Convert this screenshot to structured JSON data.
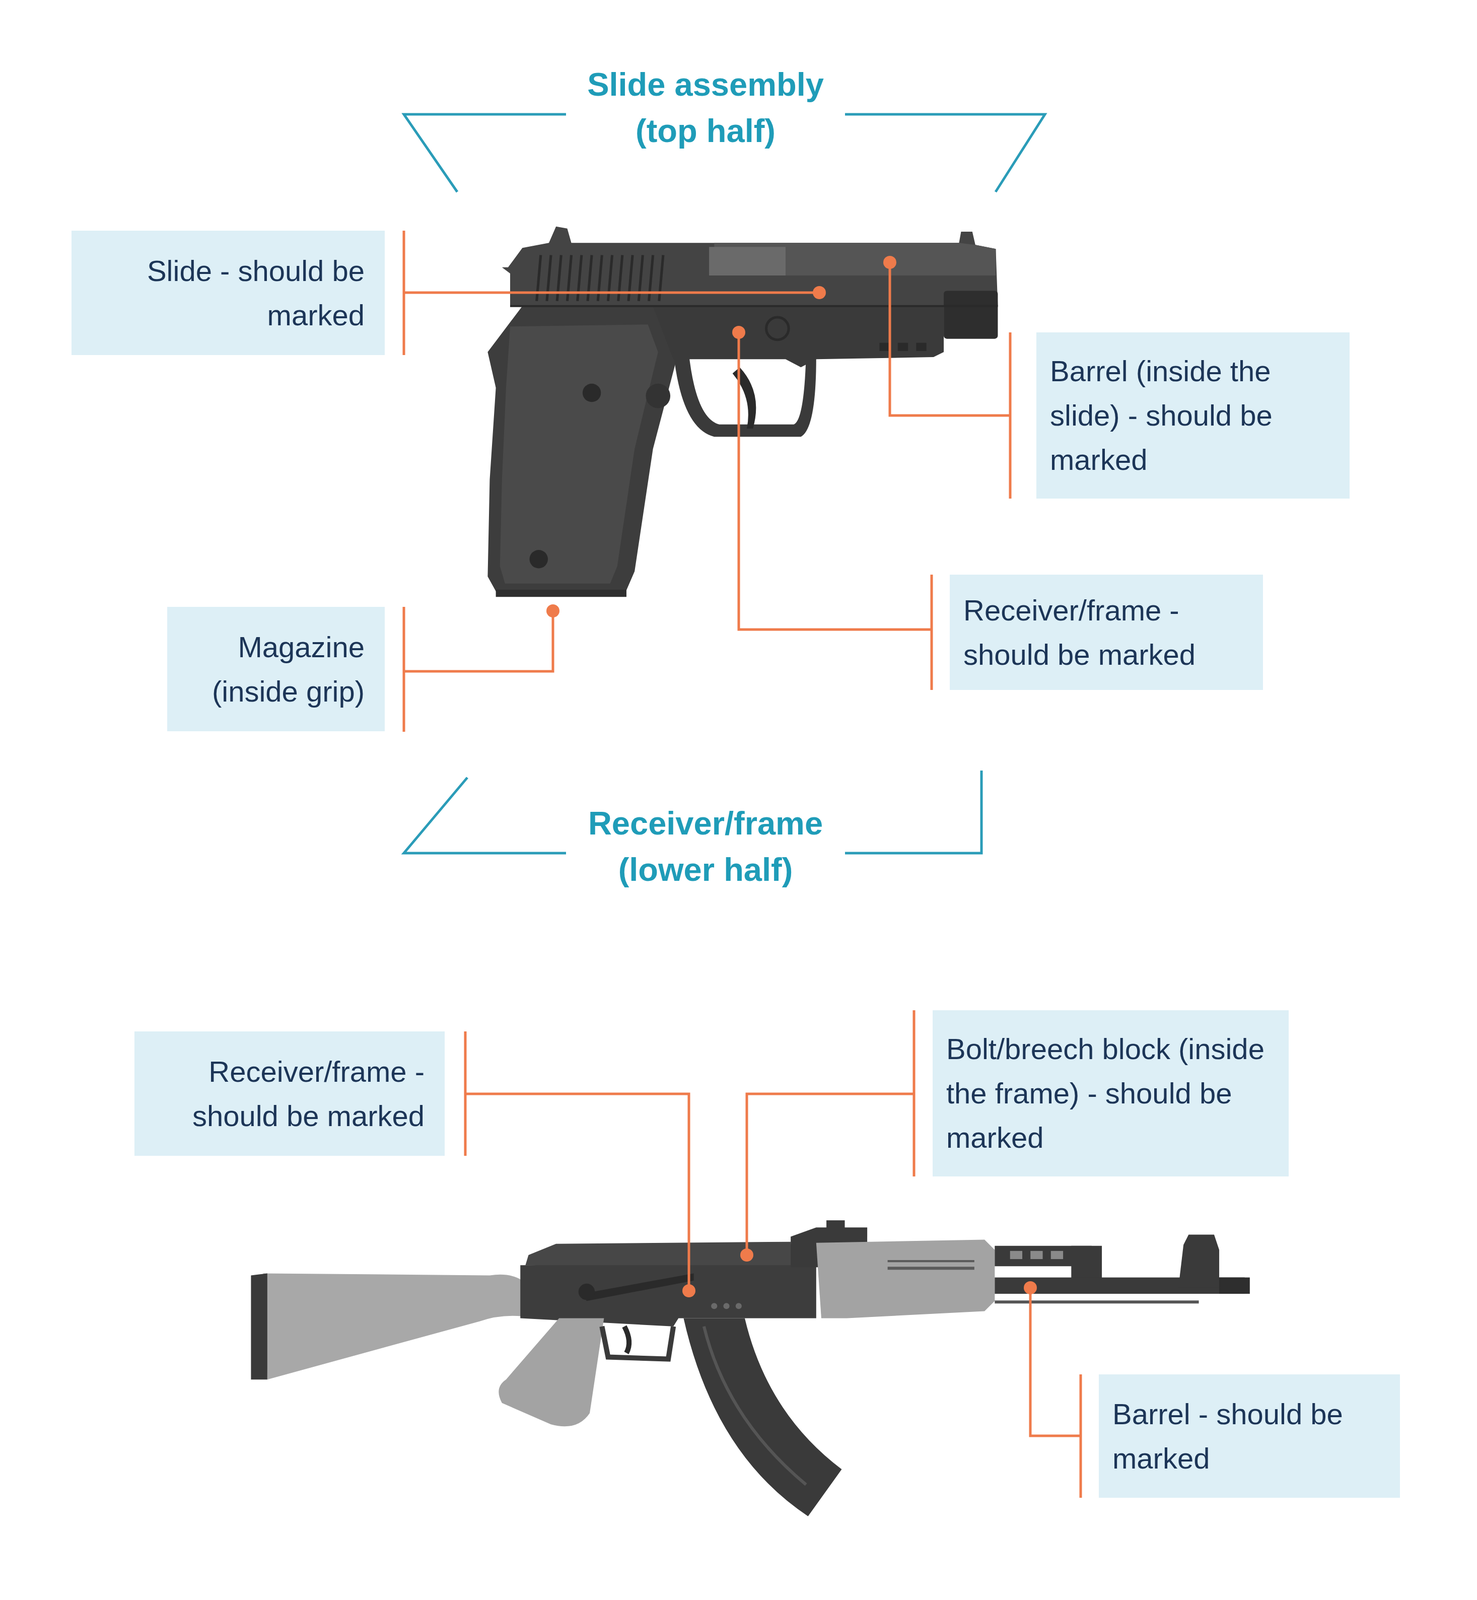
{
  "diagram": {
    "nodes": [
      {
        "text": [
          "Slide - should be marked"
        ]
      },
      {
        "text": [
          "Barrel (inside the slide) - should be marked"
        ]
      },
      {
        "text": [
          "Receiver/frame - should be marked"
        ]
      },
      {
        "text": [
          "Magazine (inside grip)"
        ]
      },
      {
        "text": [
          "Bolt/breech block (inside the frame) - should be marked"
        ]
      },
      {
        "text": [
          "Receiver/frame - should be marked"
        ]
      },
      {
        "text": [
          "Barrel - should be marked"
        ]
      }
    ],
    "labels": [
      "Slide assembly (top half)",
      "Receiver/frame (lower half)"
    ]
  }
}
